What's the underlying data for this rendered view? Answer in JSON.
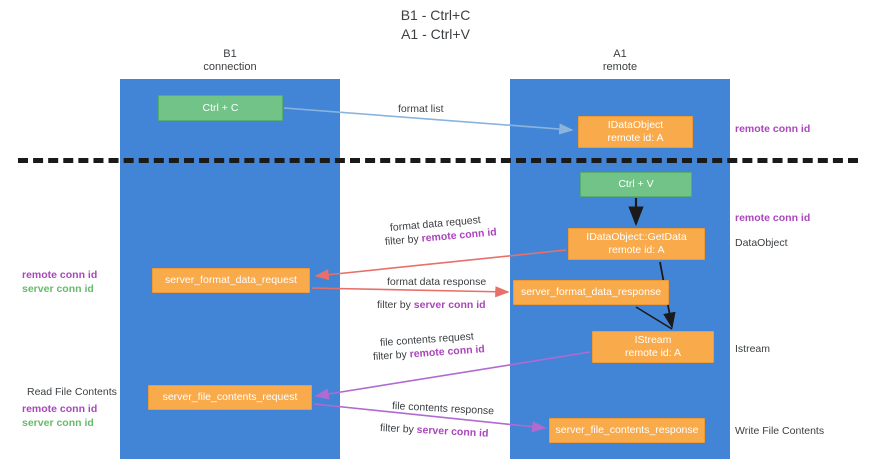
{
  "title": "B1 - Ctrl+C\nA1 - Ctrl+V",
  "columns": {
    "left": "B1\nconnection",
    "right": "A1\nremote"
  },
  "nodes": {
    "ctrl_c": "Ctrl + C",
    "ctrl_v": "Ctrl + V",
    "idataobject_line1": "IDataObject",
    "idataobject_line2": "remote id: A",
    "getdata_line1": "IDataObject::GetData",
    "getdata_line2": "remote id: A",
    "server_format_data_request": "server_format_data_request",
    "server_format_data_response": "server_format_data_response",
    "istream_line1": "IStream",
    "istream_line2": "remote id: A",
    "server_file_contents_request": "server_file_contents_request",
    "server_file_contents_response": "server_file_contents_response"
  },
  "edge_labels": {
    "format_list": "format list",
    "format_data_request": "format data request",
    "filter_by_remote_1": "filter by ",
    "format_data_response": "format data response",
    "filter_by_server_1": "filter by ",
    "file_contents_request": "file contents request",
    "filter_by_remote_2": "filter by ",
    "file_contents_response": "file contents response",
    "filter_by_server_2": "filter by "
  },
  "terms": {
    "remote_conn_id": "remote conn id",
    "server_conn_id": "server conn id"
  },
  "annotations": {
    "remote_conn_id_top": "remote conn id",
    "remote_conn_id_mid": "remote conn id",
    "dataobject": "DataObject",
    "istream": "Istream",
    "write_file_contents": "Write File Contents",
    "read_file_contents": "Read File Contents"
  },
  "colors": {
    "lane": "#4285d6",
    "green_node": "#72c387",
    "orange_node": "#f9aa4b",
    "remote_conn_id": "#aa46bc",
    "server_conn_id": "#66bb6a",
    "arrow_blue": "#8ab4dd",
    "arrow_red": "#e8706a",
    "arrow_purple": "#b06ad0",
    "arrow_black": "#1a1a1a",
    "divider": "#1a1a1a"
  }
}
